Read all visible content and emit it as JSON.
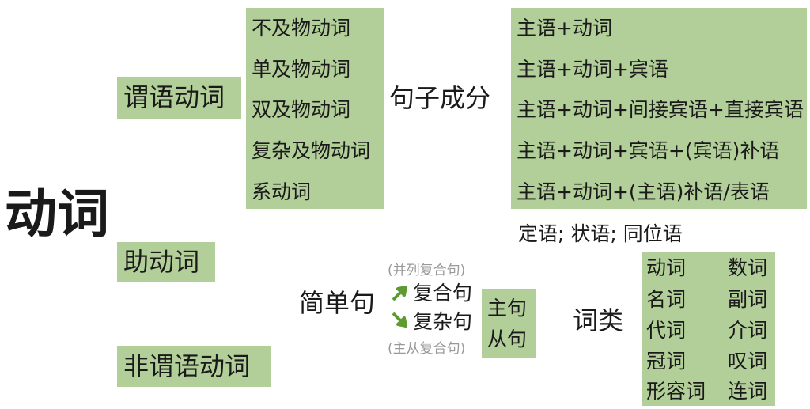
{
  "title": "动词",
  "categories": [
    "谓语动词",
    "助动词",
    "非谓语动词"
  ],
  "verb_types": [
    "不及物动词",
    "单及物动词",
    "双及物动词",
    "复杂及物动词",
    "系动词"
  ],
  "sentence_components_label": "句子成分",
  "sentence_patterns": [
    "主语+动词",
    "主语+动词+宾语",
    "主语+动词+间接宾语+直接宾语",
    "主语+动词+宾语+(宾语)补语",
    "主语+动词+(主语)补语/表语"
  ],
  "modifiers": "定语; 状语; 同位语",
  "simple_sentence": "简单句",
  "compound": {
    "note": "(并列复合句)",
    "label": "复合句"
  },
  "complex": {
    "note": "(主从复合句)",
    "label": "复杂句"
  },
  "clauses": [
    "主句",
    "从句"
  ],
  "word_class_label": "词类",
  "word_classes": [
    [
      "动词",
      "数词"
    ],
    [
      "名词",
      "副词"
    ],
    [
      "代词",
      "介词"
    ],
    [
      "冠词",
      "叹词"
    ],
    [
      "形容词",
      "连词"
    ]
  ],
  "colors": {
    "box": "#b3cf99",
    "arrow": "#5e9a32"
  }
}
